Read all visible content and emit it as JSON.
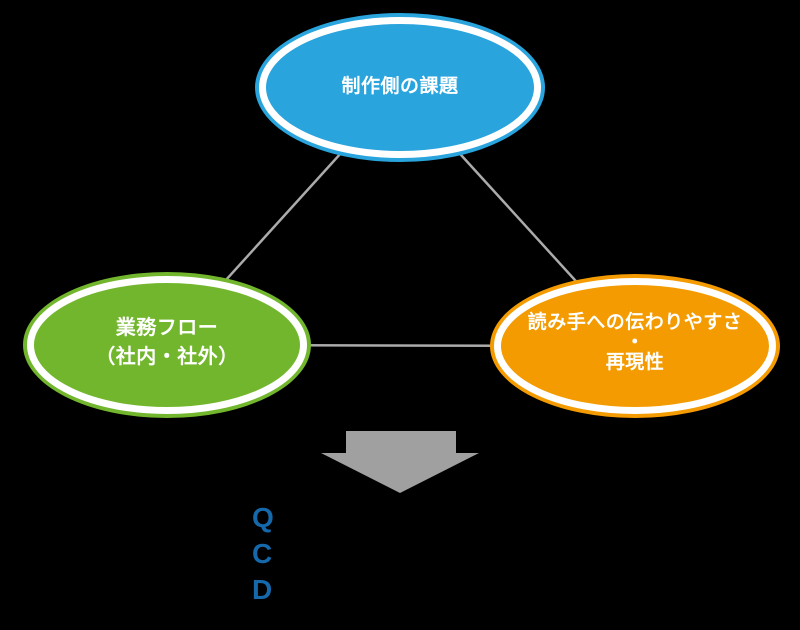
{
  "canvas": {
    "background": "#000000"
  },
  "diagram": {
    "nodes": [
      {
        "id": "production-issues",
        "label": "制作側の課題",
        "fill": "#29A4DD",
        "border": "#FFFFFF"
      },
      {
        "id": "business-flow",
        "label": "業務フロー\n（社内・社外）",
        "fill": "#72B62D",
        "border": "#FFFFFF"
      },
      {
        "id": "reader-clarity",
        "label": "読み手への伝わりやすさ\n・\n再現性",
        "fill": "#F39B00",
        "border": "#FFFFFF"
      }
    ],
    "connector_color": "#ABABAB",
    "arrow": {
      "shape": "down-arrow",
      "color": "#A0A0A0"
    },
    "result": {
      "label": "Q\nC\nD",
      "color": "#1568A9"
    }
  }
}
